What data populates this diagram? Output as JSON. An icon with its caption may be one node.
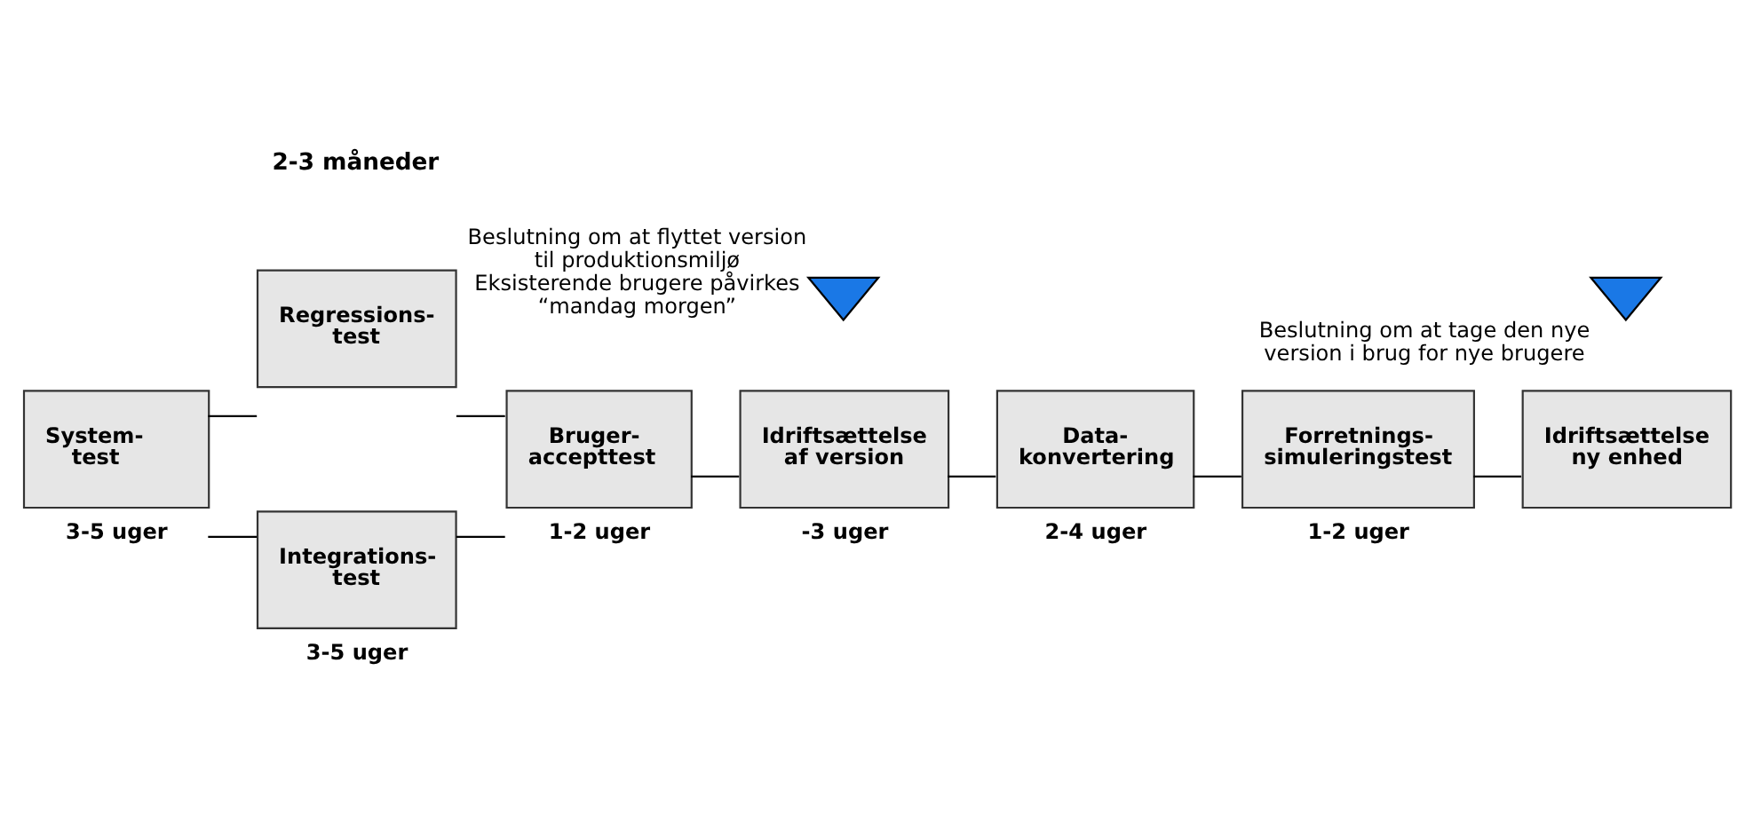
{
  "diagram": {
    "nodes": [
      {
        "text": [
          "System- test"
        ],
        "beside": [
          "3-5 uger"
        ]
      },
      {
        "text": [
          "Regressions- test"
        ]
      },
      {
        "text": [
          "Integrations- test"
        ],
        "beside": [
          "3-5 uger"
        ]
      },
      {
        "text": [
          "Bruger- accepttest"
        ],
        "beside": [
          "1-2 uger"
        ]
      },
      {
        "text": [
          "Idriftsættelse af version"
        ],
        "beside": [
          "-3 uger"
        ]
      },
      {
        "text": [
          "Data- konvertering"
        ],
        "beside": [
          "2-4 uger"
        ]
      },
      {
        "text": [
          "Forretnings- simuleringstest"
        ],
        "beside": [
          "1-2 uger"
        ]
      },
      {
        "text": [
          "Idriftsættelse ny enhed"
        ]
      },
      {
        "text": [],
        "shape": "triangle",
        "beside": [
          "Beslutning om at flyttet version til produktionsmiljø",
          "Eksisterende brugere påvirkes “mandag morgen”"
        ]
      },
      {
        "text": [],
        "shape": "triangle",
        "beside": [
          "Beslutning om at tage den nye version i brug for nye brugere"
        ]
      }
    ],
    "edges": [
      {
        "from": 0,
        "to": 2,
        "arrow": "none"
      },
      {
        "from": 0,
        "to": 1,
        "arrow": "none"
      },
      {
        "from": 1,
        "to": 3,
        "arrow": "none"
      },
      {
        "from": 2,
        "to": 3,
        "arrow": "none"
      },
      {
        "from": 3,
        "to": 4,
        "arrow": "none"
      },
      {
        "from": 4,
        "to": 5,
        "arrow": "none"
      },
      {
        "from": 5,
        "to": 6,
        "arrow": "none"
      },
      {
        "from": 6,
        "to": 7,
        "arrow": "none"
      }
    ],
    "labels": [
      "2-3 måneder"
    ]
  }
}
